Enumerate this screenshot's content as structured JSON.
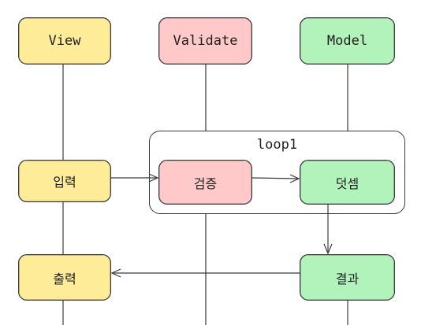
{
  "participants": {
    "view": "View",
    "validate": "Validate",
    "model": "Model"
  },
  "loop": {
    "title": "loop1"
  },
  "steps": {
    "input": "입력",
    "validate": "검증",
    "add": "덧셈",
    "result": "결과",
    "output": "출력"
  },
  "colors": {
    "view": "#ffec99",
    "validate": "#ffc9c9",
    "model": "#b2f2bb",
    "stroke": "#3a3a3a"
  }
}
